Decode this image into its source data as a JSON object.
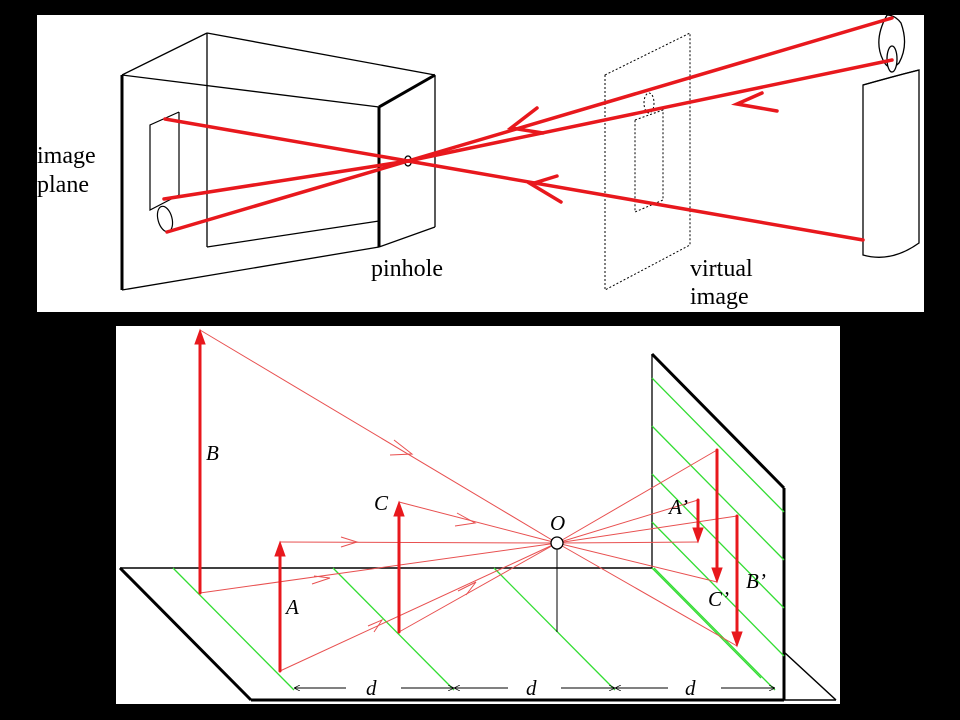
{
  "top_figure": {
    "image_plane_label": [
      "image",
      "plane"
    ],
    "pinhole_label": "pinhole",
    "virtual_image_label": [
      "virtual",
      "image"
    ]
  },
  "bottom_figure": {
    "object_labels": {
      "a": "A",
      "b": "B",
      "c": "C"
    },
    "center_label": "O",
    "image_labels": {
      "a": "A’",
      "b": "B’",
      "c": "C’"
    },
    "distance_labels": [
      "d",
      "d",
      "d"
    ]
  },
  "colors": {
    "ray": "#e8181d",
    "ray_light": "#e85050",
    "guide_line": "#33dd33",
    "outline": "#000000",
    "panel_background": "#ffffff",
    "page_background": "#000000"
  }
}
